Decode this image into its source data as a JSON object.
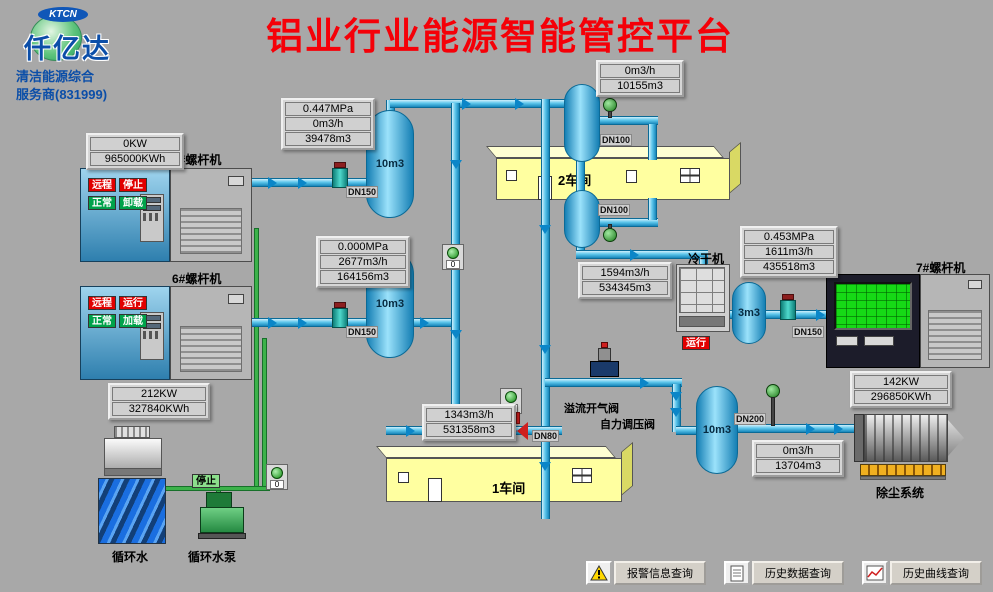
{
  "title": "铝业行业能源智能管控平台",
  "logo": {
    "tag": "KTCN",
    "brand": "仟亿达",
    "line1": "清洁能源综合",
    "line2": "服务商(831999)"
  },
  "colors": {
    "pipe_blue": "#5ec7ec",
    "status_red": "#e10000",
    "status_green": "#00a24a",
    "building_yellow": "#ffffa0",
    "title_red": "#f50008"
  },
  "compressors": {
    "c5": {
      "label": "5#螺杆机",
      "status": [
        "远程",
        "停止",
        "正常",
        "卸载"
      ],
      "meter": [
        "0KW",
        "965000KWh"
      ]
    },
    "c6": {
      "label": "6#螺杆机",
      "status": [
        "远程",
        "运行",
        "正常",
        "加载"
      ],
      "meter": [
        "212KW",
        "327840KWh"
      ]
    },
    "c7": {
      "label": "7#螺杆机",
      "meter": [
        "142KW",
        "296850KWh"
      ]
    }
  },
  "flowboxes": {
    "a": [
      "0.447MPa",
      "0m3/h",
      "39478m3"
    ],
    "c": [
      "0m3/h",
      "10155m3"
    ],
    "d": [
      "0.000MPa",
      "2677m3/h",
      "164156m3"
    ],
    "e": [
      "1594m3/h",
      "534345m3"
    ],
    "f": [
      "0.453MPa",
      "1611m3/h",
      "435518m3"
    ],
    "h": [
      "1343m3/h",
      "531358m3"
    ],
    "j": [
      "0m3/h",
      "13704m3"
    ]
  },
  "tanks": {
    "t1": "10m3",
    "t2": "10m3",
    "t3": "3m3",
    "t4": "10m3"
  },
  "buildings": {
    "w1": "1车间",
    "w2": "2车间"
  },
  "equipment": {
    "dryer": "冷干机",
    "dryer_status": "运行",
    "dust": "除尘系统",
    "water": "循环水",
    "pump": "循环水泵",
    "pump_status": "停止",
    "valve1": "溢流开气阀",
    "valve2": "自力调压阀"
  },
  "dn": {
    "p1": "DN150",
    "p2": "DN150",
    "p3": "DN100",
    "p4": "DN100",
    "p5": "DN150",
    "p6": "DN200",
    "p7": "DN80"
  },
  "instruments": {
    "zero": "0"
  },
  "buttons": {
    "alarm": "报警信息查询",
    "history": "历史数据查询",
    "curve": "历史曲线查询"
  }
}
